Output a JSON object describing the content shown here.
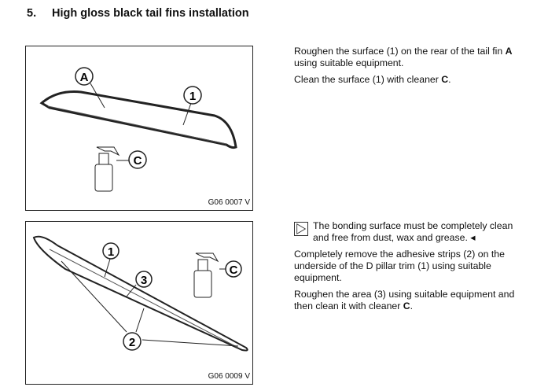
{
  "heading": {
    "number": "5.",
    "title": "High gloss black tail fins installation"
  },
  "figure1": {
    "code": "G06 0007 V",
    "labels": {
      "a": "A",
      "one": "1",
      "c": "C"
    }
  },
  "figure2": {
    "code": "G06 0009 V",
    "labels": {
      "one": "1",
      "three": "3",
      "two": "2",
      "c": "C"
    }
  },
  "step1": {
    "p1_pre": "Roughen the surface (1) on the rear of the tail fin ",
    "p1_bold": "A",
    "p1_post": " using suitable equipment.",
    "p2_pre": "Clean the surface (1) with cleaner ",
    "p2_bold": "C",
    "p2_post": "."
  },
  "step2": {
    "note": "The bonding surface must be completely clean and free from dust, wax and grease.",
    "note_end": " ◂",
    "p1": "Completely remove the adhesive strips (2) on the underside of the D pillar trim (1) using suitable equipment.",
    "p2_pre": "Roughen the area (3) using suitable equipment and then clean it with cleaner ",
    "p2_bold": "C",
    "p2_post": "."
  }
}
